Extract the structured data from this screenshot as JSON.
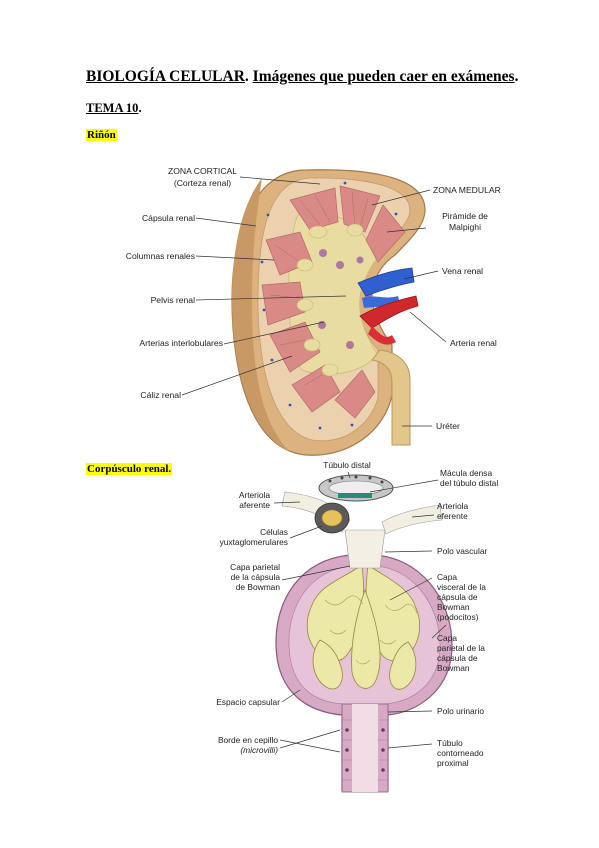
{
  "title": {
    "part1": "BIOLOGÍA CELULAR",
    "sep": ". ",
    "part2": "Imágenes que pueden caer en exámenes",
    "end": "."
  },
  "tema": {
    "label": "TEMA 10",
    "end": "."
  },
  "sections": {
    "rinon": "Riñón",
    "corpusculo": "Corpúsculo renal."
  },
  "kidney_labels": {
    "zona_cortical": "ZONA CORTICAL",
    "corteza": "(Corteza renal)",
    "zona_medular": "ZONA MEDULAR",
    "capsula": "Cápsula renal",
    "piramide_1": "Pirámide de",
    "piramide_2": "Malpighi",
    "columnas": "Columnas renales",
    "vena": "Vena renal",
    "pelvis": "Pelvis renal",
    "arterias_inter": "Arterias interlobulares",
    "arteria": "Arteria renal",
    "caliz": "Cáliz renal",
    "ureter": "Uréter"
  },
  "corpuscle_labels": {
    "tubulo_distal": "Túbulo distal",
    "macula_1": "Mácula densa",
    "macula_2": "del túbulo distal",
    "aferente_1": "Arteriola",
    "aferente_2": "aferente",
    "eferente_1": "Arteriola",
    "eferente_2": "eferente",
    "yuxta_1": "Células",
    "yuxta_2": "yuxtaglomerulares",
    "polo_vascular": "Polo vascular",
    "parietal_l_1": "Capa parietal",
    "parietal_l_2": "de la cápsula",
    "parietal_l_3": "de Bowman",
    "visceral_1": "Capa",
    "visceral_2": "visceral de la",
    "visceral_3": "cápsula de",
    "visceral_4": "Bowman",
    "visceral_5": "(podocitos)",
    "parietal_r_1": "Capa",
    "parietal_r_2": "parietal de la",
    "parietal_r_3": "cápsula de",
    "parietal_r_4": "Bowman",
    "espacio": "Espacio capsular",
    "polo_urinario": "Polo urinario",
    "borde_1": "Borde en cepillo",
    "borde_2": "(microvilli)",
    "tubulo_prox_1": "Túbulo",
    "tubulo_prox_2": "contorneado",
    "tubulo_prox_3": "proximal"
  },
  "colors": {
    "highlight": "#ffff00",
    "cortex": "#e8c9a2",
    "pyramid": "#d98a86",
    "pelvis": "#e9dca0",
    "vein": "#2f5fd0",
    "artery": "#d0282c",
    "ureter": "#e2c68a",
    "bowman": "#d8a9c4",
    "glomerulus": "#ece9a8"
  }
}
